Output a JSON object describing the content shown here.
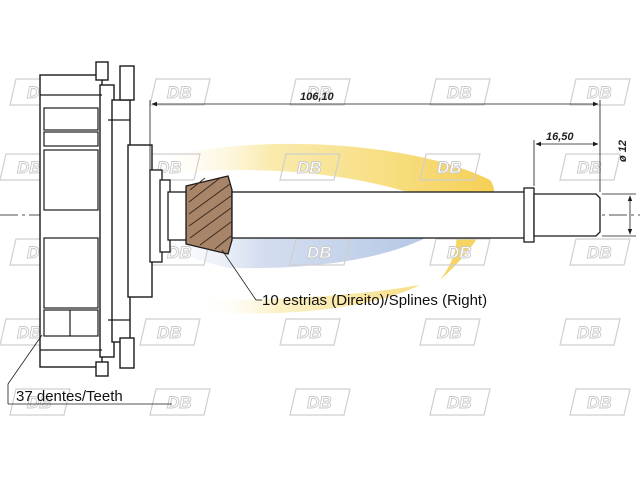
{
  "dimensions": {
    "overall_length": "106,10",
    "shaft_end_length": "16,50",
    "shaft_diameter": "ø 12"
  },
  "callouts": {
    "splines": "10 estrias (Direito)/Splines (Right)",
    "teeth": "37 dentes/Teeth"
  },
  "watermark": {
    "logo_text": "DB"
  },
  "colors": {
    "gear_fill": "#a88468",
    "swoosh_yellow": "#f3d24a",
    "swoosh_blue": "#9fb5dc",
    "line": "#1a1a1a",
    "watermark_outline": "#c9c9c9"
  }
}
